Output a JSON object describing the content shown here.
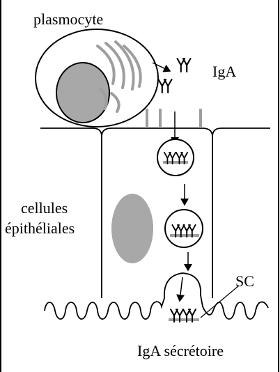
{
  "labels": {
    "plasmocyte": "plasmocyte",
    "iga": "IgA",
    "cellules": "cellules",
    "epitheliales": "épithéliales",
    "sc": "SC",
    "iga_secretoire": "IgA sécrétoire"
  },
  "colors": {
    "line": "#000000",
    "grey_fill": "#a8a8a8",
    "grey_bar": "#9e9e9e",
    "background": "#ffffff"
  }
}
